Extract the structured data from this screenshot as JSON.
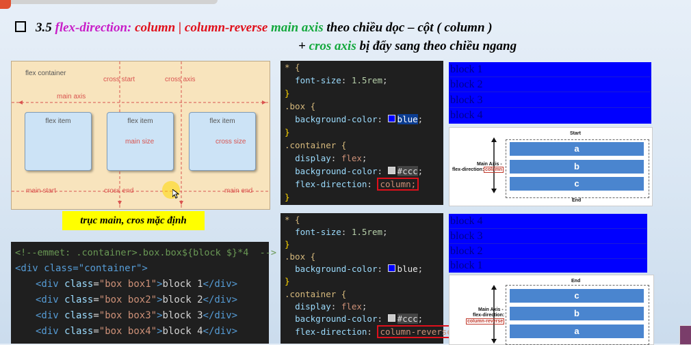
{
  "title": {
    "number": "3.5",
    "part1": "flex-direction:",
    "part2": "column | column-reverse",
    "part3": "main axis",
    "part4": "theo chiều dọc – cột  ( column )",
    "line2_prefix": "+",
    "line2_cross": "cros axis",
    "line2_rest": "bị đẩy sang theo chiều ngang"
  },
  "flex_diagram": {
    "container_label": "flex container",
    "cross_start": "cross start",
    "cross_axis": "cross axis",
    "main_axis": "main axis",
    "item1": "flex item",
    "item2": "flex item",
    "item3": "flex item",
    "main_size": "main size",
    "cross_size": "cross size",
    "main_start": "main start",
    "cross_end": "cross end",
    "main_end": "main end"
  },
  "note": "trục main, cros mặc định",
  "code_top": {
    "l1_sel": "* {",
    "l2_prop": "font-size",
    "l2_val": "1.5rem",
    "l3": "}",
    "l4_sel": ".box {",
    "l5_prop": "background-color",
    "l5_val": "blue",
    "l6": "}",
    "l7_sel": ".container {",
    "l8_prop": "display",
    "l8_val": "flex",
    "l9_prop": "background-color",
    "l9_val": "#ccc",
    "l10_prop": "flex-direction",
    "l10_val": "column;",
    "l11": "}"
  },
  "code_bottom": {
    "l1_sel": "* {",
    "l2_prop": "font-size",
    "l2_val": "1.5rem",
    "l3": "}",
    "l4_sel": ".box {",
    "l5_prop": "background-color",
    "l5_val": "blue",
    "l6": "}",
    "l7_sel": ".container {",
    "l8_prop": "display",
    "l8_val": "flex",
    "l9_prop": "background-color",
    "l9_val": "#ccc",
    "l10_prop": "flex-direction",
    "l10_val": "column-reverse;"
  },
  "html_code": {
    "comment": "<!--emmet: .container>.box.box${block $}*4  -->",
    "div_open": "<div class=\"container\">",
    "rows": [
      {
        "cls": "box box1",
        "text": "block 1"
      },
      {
        "cls": "box box2",
        "text": "block 2"
      },
      {
        "cls": "box box3",
        "text": "block 3"
      },
      {
        "cls": "box box4",
        "text": "block 4"
      }
    ]
  },
  "output_top": [
    "block 1",
    "block 2",
    "block 3",
    "block 4"
  ],
  "output_bottom": [
    "block 4",
    "block 3",
    "block 2",
    "block 1"
  ],
  "axis_top": {
    "start": "Start",
    "end": "End",
    "axis_label": "Main Axis -",
    "dir_label": "flex-direction:",
    "dir_value": "column",
    "bars": [
      "a",
      "b",
      "c"
    ]
  },
  "axis_bottom": {
    "end": "End",
    "axis_label": "Main Axis -",
    "dir_label": "flex-direction:",
    "dir_value": "column-reverse",
    "bars": [
      "c",
      "b",
      "a"
    ]
  },
  "colors": {
    "block_blue": "#0000ff",
    "editor_bg": "#1f1f1f",
    "highlight_red": "#e0101b",
    "note_yellow": "#ffff00"
  }
}
